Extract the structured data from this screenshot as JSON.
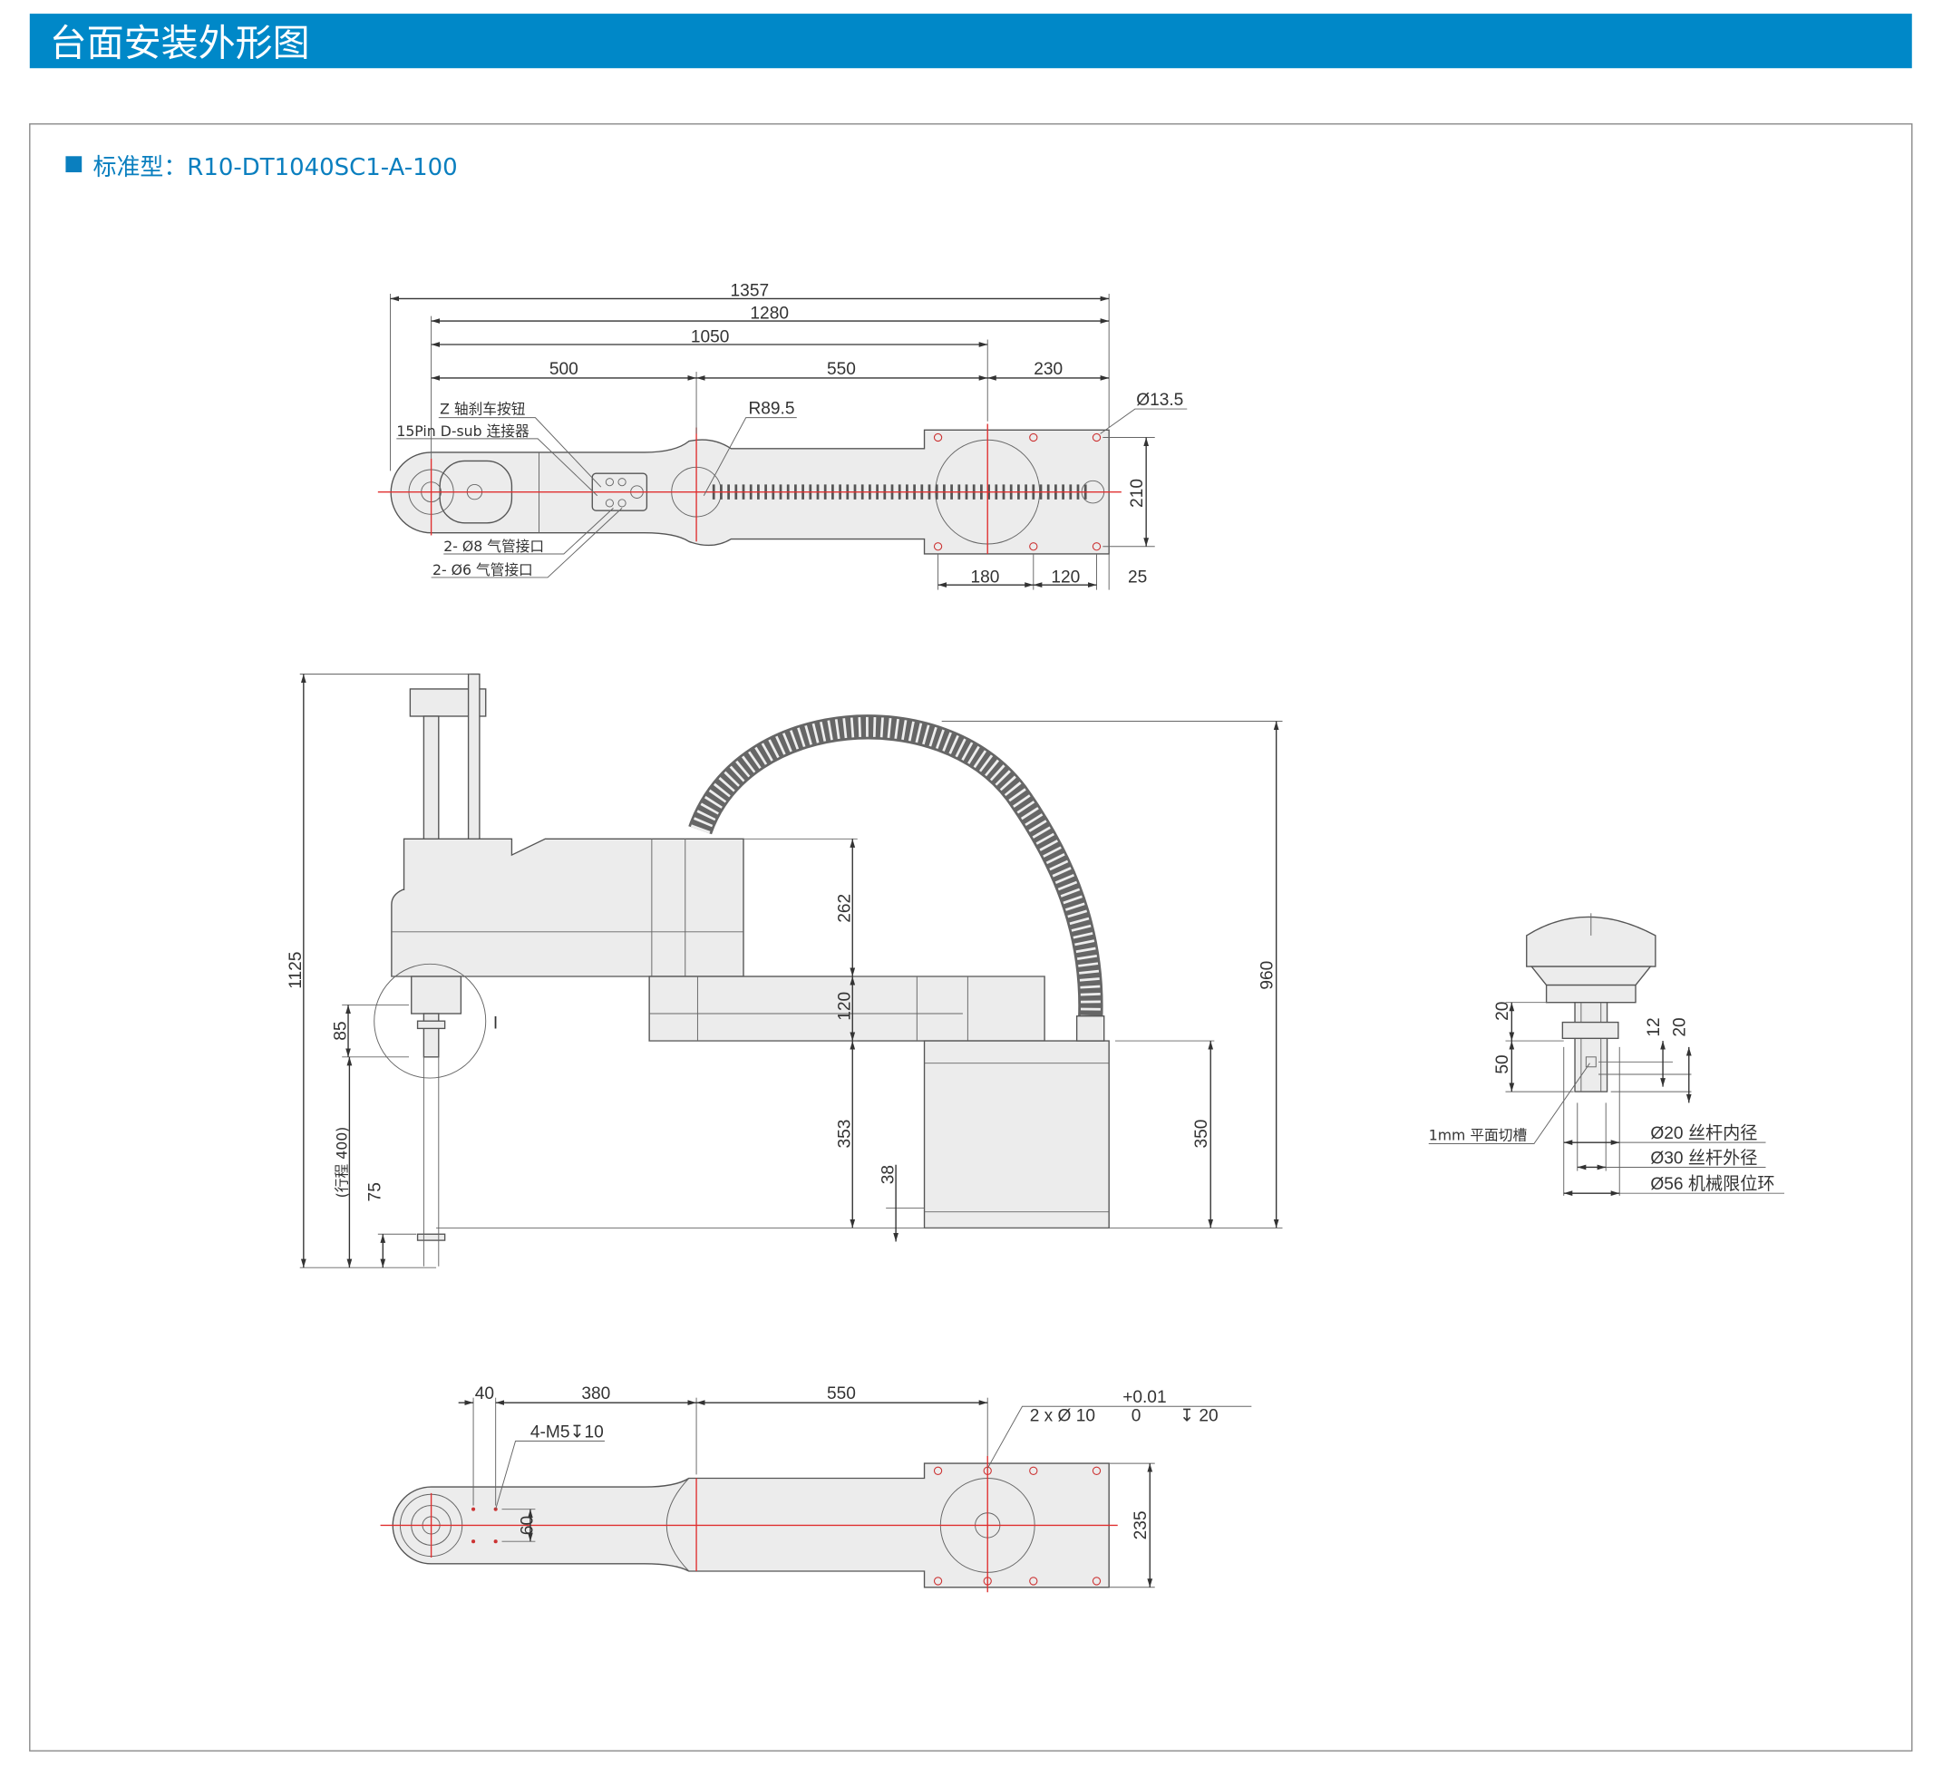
{
  "header": {
    "title": "台面安装外形图",
    "color": "#0088c8"
  },
  "model": {
    "label": "标准型：R10-DT1040SC1-A-100",
    "color": "#0a7fbf"
  },
  "top_view": {
    "dims": {
      "d1357": "1357",
      "d1280": "1280",
      "d1050": "1050",
      "d500": "500",
      "d550": "550",
      "d230": "230",
      "d210": "210",
      "d180": "180",
      "d120": "120",
      "d25": "25",
      "hole": "Ø13.5",
      "radius": "R89.5"
    },
    "notes": {
      "brake": "Z 轴刹车按钮",
      "dsub": "15Pin D-sub 连接器",
      "air8": "2- Ø8 气管接口",
      "air6": "2- Ø6 气管接口"
    }
  },
  "side_view": {
    "dims": {
      "d1125": "1125",
      "d960": "960",
      "d262": "262",
      "d120": "120",
      "d353": "353",
      "d350": "350",
      "d38": "38",
      "d85": "85",
      "stroke": "(行程 400)",
      "d75": "75"
    },
    "detail_mark": "I"
  },
  "bottom_view": {
    "dims": {
      "d40": "40",
      "d380": "380",
      "d550": "550",
      "d60": "60",
      "d235": "235"
    },
    "notes": {
      "m5": "4-M5↧10",
      "pin": "2 x   Ø 10",
      "tol_up": "+0.01",
      "tol_low": "0",
      "depth": "↧ 20"
    }
  },
  "detail_view": {
    "dims": {
      "d20a": "20",
      "d50": "50",
      "d12": "12",
      "d20b": "20"
    },
    "notes": {
      "slot": "1mm 平面切槽",
      "inner": "Ø20 丝杆内径",
      "outer": "Ø30 丝杆外径",
      "ring": "Ø56 机械限位环"
    }
  }
}
